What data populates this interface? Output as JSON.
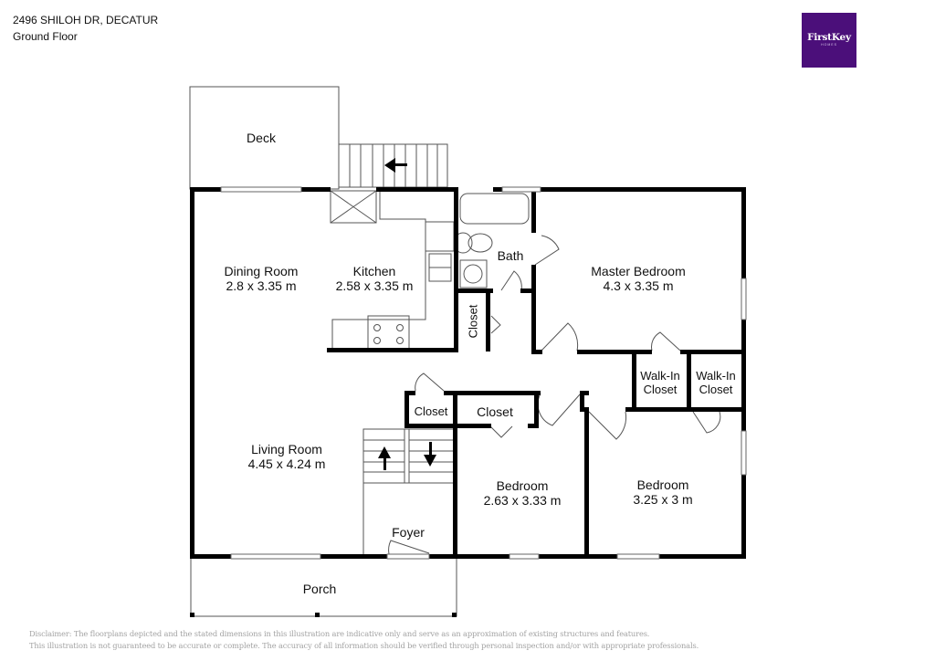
{
  "header": {
    "address": "2496 SHILOH DR, DECATUR",
    "floor": "Ground Floor"
  },
  "logo": {
    "brand": "FirstKey",
    "sub": "HOMES",
    "color": "#4b0f7a"
  },
  "rooms": {
    "deck": {
      "name": "Deck"
    },
    "dining": {
      "name": "Dining Room",
      "dims": "2.8 x 3.35 m"
    },
    "kitchen": {
      "name": "Kitchen",
      "dims": "2.58 x 3.35 m"
    },
    "bath": {
      "name": "Bath"
    },
    "hall_closet": {
      "name": "Closet"
    },
    "master": {
      "name": "Master Bedroom",
      "dims": "4.3 x 3.35 m"
    },
    "walkin1": {
      "name": "Walk-In",
      "name2": "Closet"
    },
    "walkin2": {
      "name": "Walk-In",
      "name2": "Closet"
    },
    "living": {
      "name": "Living Room",
      "dims": "4.45 x 4.24 m"
    },
    "closet_small": {
      "name": "Closet"
    },
    "closet_bed": {
      "name": "Closet"
    },
    "bedroom1": {
      "name": "Bedroom",
      "dims": "2.63 x 3.33 m"
    },
    "bedroom2": {
      "name": "Bedroom",
      "dims": "3.25 x 3 m"
    },
    "foyer": {
      "name": "Foyer"
    },
    "porch": {
      "name": "Porch"
    }
  },
  "disclaimer": {
    "line1": "Disclaimer: The floorplans depicted and the stated dimensions in this illustration are indicative only and serve as an approximation of existing structures and features.",
    "line2": "This illustration is not guaranteed to be accurate or complete. The accuracy of all information should be verified through personal inspection and/or with appropriate professionals."
  }
}
